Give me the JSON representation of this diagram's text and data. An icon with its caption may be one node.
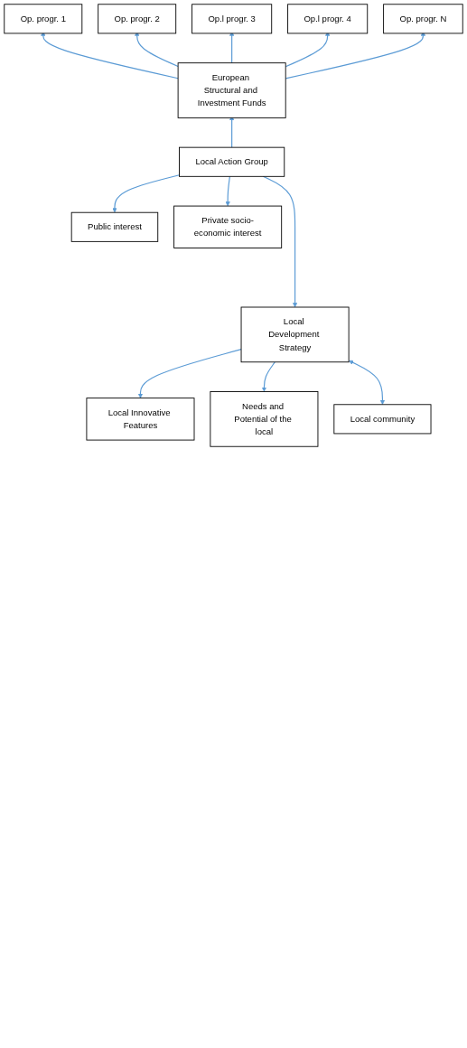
{
  "diagram": {
    "nodes": [
      {
        "text": [
          "Op. progr. 1"
        ]
      },
      {
        "text": [
          "Op. progr. 2"
        ]
      },
      {
        "text": [
          "Op.l progr. 3"
        ]
      },
      {
        "text": [
          "Op.l progr. 4"
        ]
      },
      {
        "text": [
          "Op. progr. N"
        ]
      },
      {
        "text": [
          "European Structural and Investment Funds"
        ]
      },
      {
        "text": [
          "Local Action Group"
        ]
      },
      {
        "text": [
          "Public interest"
        ]
      },
      {
        "text": [
          "Private socio-economic interest"
        ]
      },
      {
        "text": [
          "Local Development Strategy"
        ]
      },
      {
        "text": [
          "Local Innovative Features"
        ]
      },
      {
        "text": [
          "Needs and Potential of the local"
        ]
      },
      {
        "text": [
          "Local community"
        ]
      }
    ],
    "edges": [
      {
        "from": 5,
        "to": 0,
        "arrow": "to"
      },
      {
        "from": 5,
        "to": 1,
        "arrow": "to"
      },
      {
        "from": 5,
        "to": 2,
        "arrow": "to"
      },
      {
        "from": 5,
        "to": 3,
        "arrow": "to"
      },
      {
        "from": 5,
        "to": 4,
        "arrow": "to"
      },
      {
        "from": 6,
        "to": 5,
        "arrow": "to"
      },
      {
        "from": 6,
        "to": 7,
        "arrow": "to"
      },
      {
        "from": 6,
        "to": 8,
        "arrow": "to"
      },
      {
        "from": 6,
        "to": 9,
        "arrow": "to"
      },
      {
        "from": 9,
        "to": 10,
        "arrow": "to"
      },
      {
        "from": 9,
        "to": 11,
        "arrow": "to"
      },
      {
        "from": 9,
        "to": 12,
        "arrow": "both"
      }
    ]
  }
}
